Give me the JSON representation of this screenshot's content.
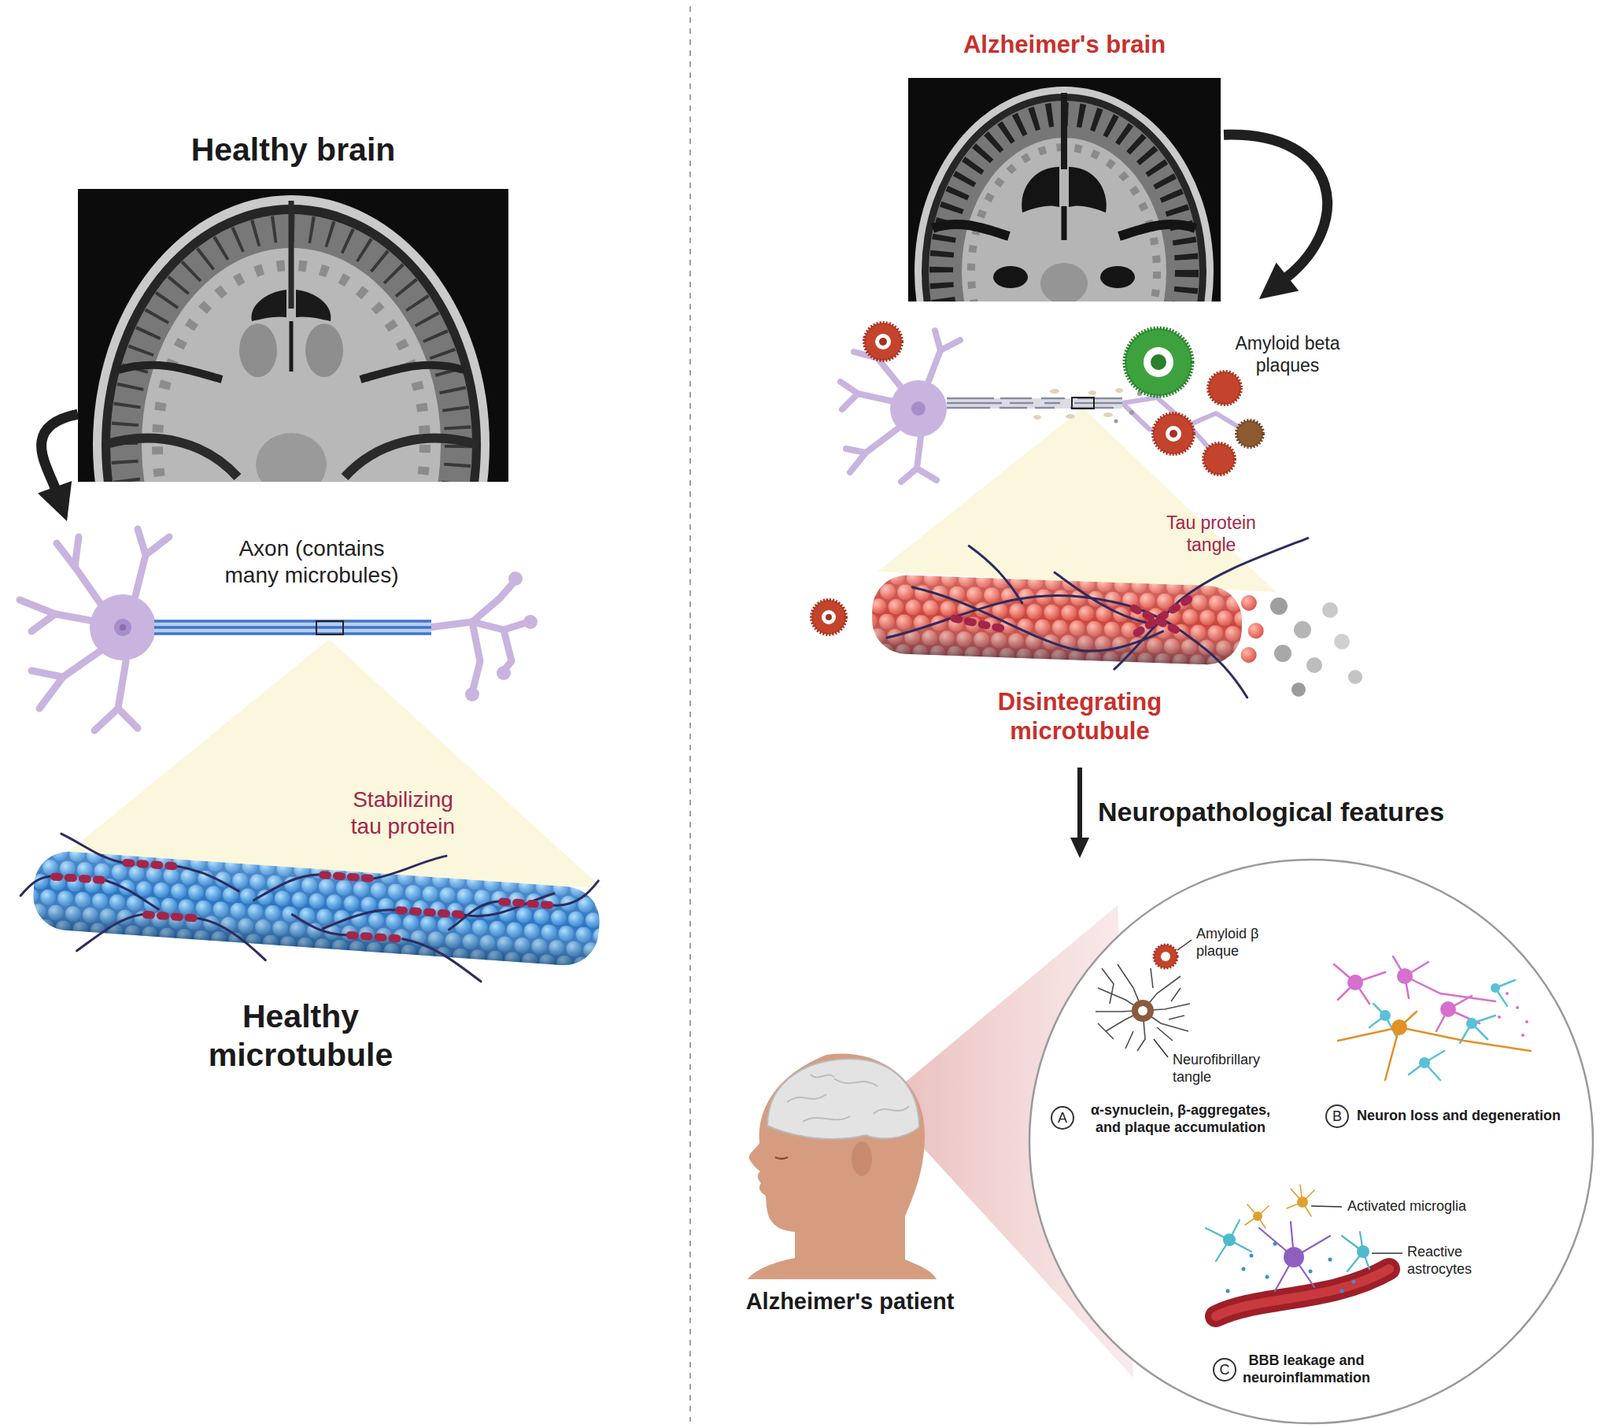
{
  "diagram": {
    "nodes": [
      {
        "text": [
          "Healthy brain"
        ]
      },
      {
        "text": [
          "Axon (contains many microbules)"
        ]
      },
      {
        "text": [
          "Stabilizing tau protein",
          "Healthy microtubule"
        ]
      },
      {
        "text": [
          "Alzheimer's brain"
        ]
      },
      {
        "text": [
          "Amyloid beta plaques"
        ]
      },
      {
        "text": [
          "Tau protein tangle",
          "Disintegrating microtubule"
        ]
      },
      {
        "text": [
          "Alzheimer's patient"
        ]
      },
      {
        "text": [
          "Amyloid β plaque",
          "Neurofibrillary tangle",
          "A",
          "α-synuclein, β-aggregates, and plaque accumulation"
        ]
      },
      {
        "text": [
          "B",
          "Neuron loss and degeneration"
        ]
      },
      {
        "text": [
          "Activated microglia",
          "Reactive astrocytes",
          "C",
          "BBB leakage and neuroinflammation"
        ]
      }
    ],
    "edges": [
      {
        "from": 0,
        "to": 1,
        "arrow": "to"
      },
      {
        "from": 3,
        "to": 4,
        "arrow": "to"
      },
      {
        "from": 5,
        "to": 7,
        "label": "Neuropathological features",
        "arrow": "to"
      }
    ]
  }
}
